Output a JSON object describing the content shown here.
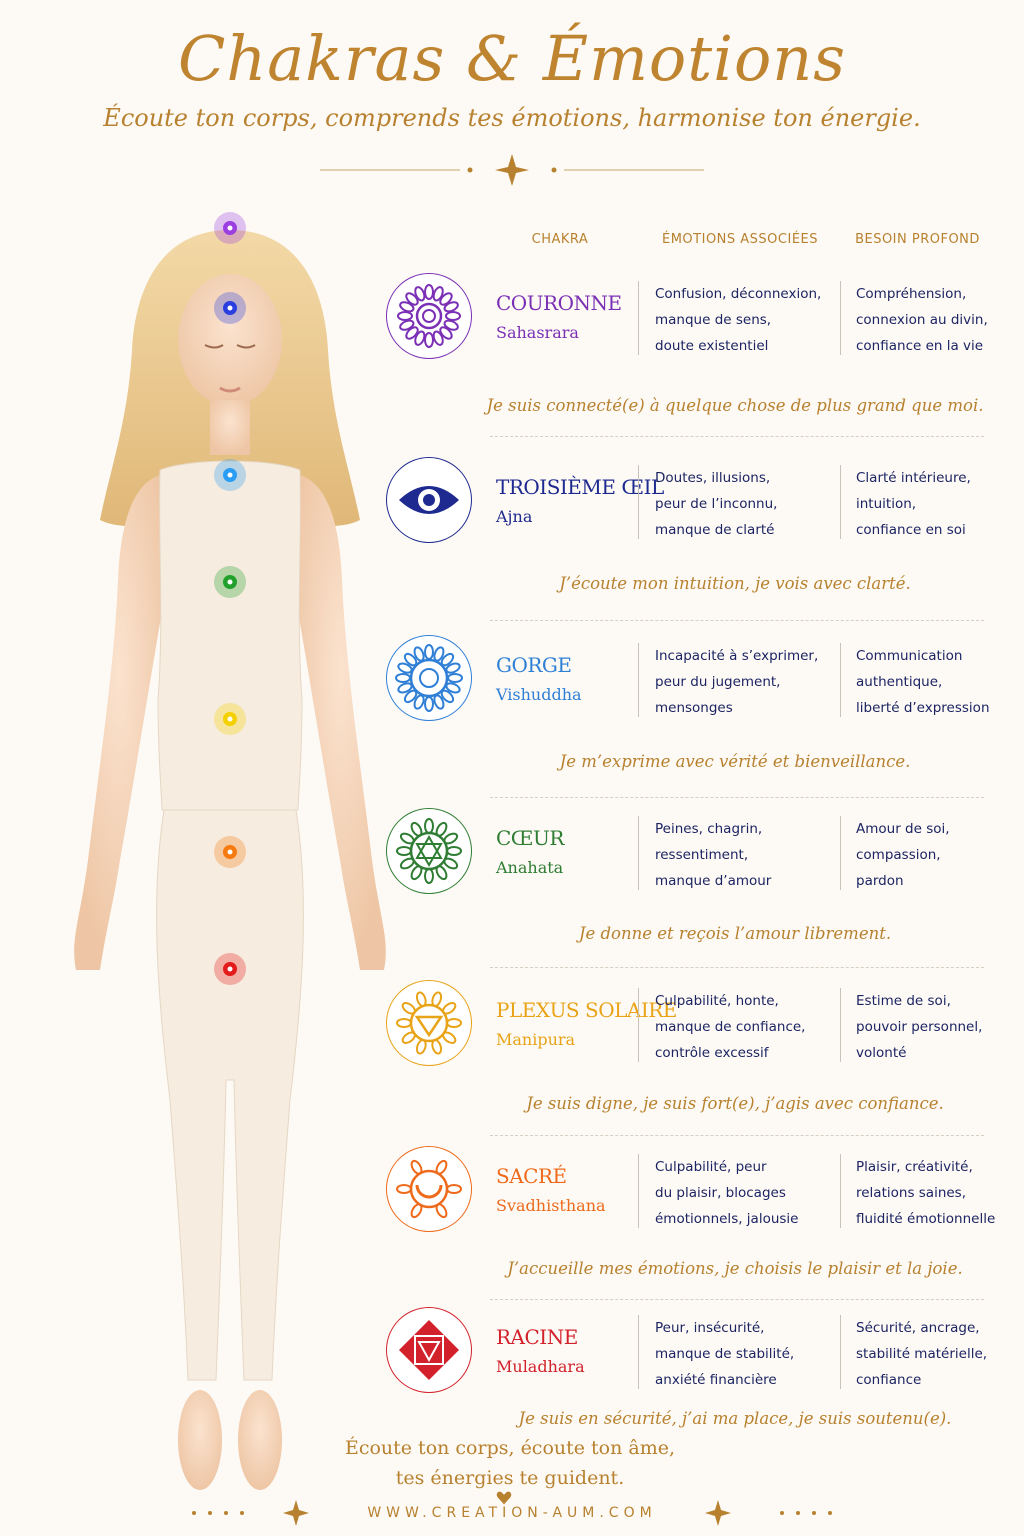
{
  "header": {
    "title": "Chakras & Émotions",
    "subtitle": "Écoute ton corps, comprends tes émotions, harmonise ton énergie."
  },
  "columns": {
    "chakra": "CHAKRA",
    "emotions": "ÉMOTIONS ASSOCIÉES",
    "besoin": "BESOIN PROFOND"
  },
  "chakras": [
    {
      "name": "COURONNE",
      "sanskrit": "Sahasrara",
      "color": "#7b2fb5",
      "symbol": "lotus-crown-icon",
      "emotions": [
        "Confusion, déconnexion,",
        "manque de sens,",
        "doute existentiel"
      ],
      "besoin": [
        "Compréhension,",
        "connexion au divin,",
        "confiance en la vie"
      ],
      "affirmation": "Je suis connecté(e) à quelque chose de plus grand que moi."
    },
    {
      "name": "TROISIÈME ŒIL",
      "sanskrit": "Ajna",
      "color": "#1e2a8f",
      "symbol": "eye-icon",
      "emotions": [
        "Doutes, illusions,",
        "peur de l’inconnu,",
        "manque de clarté"
      ],
      "besoin": [
        "Clarté intérieure,",
        "intuition,",
        "confiance en soi"
      ],
      "affirmation": "J’écoute mon intuition, je vois avec clarté."
    },
    {
      "name": "GORGE",
      "sanskrit": "Vishuddha",
      "color": "#2f7fd6",
      "symbol": "throat-lotus-icon",
      "emotions": [
        "Incapacité à s’exprimer,",
        "peur du jugement,",
        "mensonges"
      ],
      "besoin": [
        "Communication",
        "authentique,",
        "liberté d’expression"
      ],
      "affirmation": "Je m’exprime avec vérité et bienveillance."
    },
    {
      "name": "CŒUR",
      "sanskrit": "Anahata",
      "color": "#2e7d32",
      "symbol": "hexagram-icon",
      "emotions": [
        "Peines, chagrin,",
        "ressentiment,",
        "manque d’amour"
      ],
      "besoin": [
        "Amour de soi,",
        "compassion,",
        "pardon"
      ],
      "affirmation": "Je donne et reçois l’amour librement."
    },
    {
      "name": "PLEXUS SOLAIRE",
      "sanskrit": "Manipura",
      "color": "#e8a317",
      "symbol": "triangle-lotus-icon",
      "emotions": [
        "Culpabilité, honte,",
        "manque de confiance,",
        "contrôle excessif"
      ],
      "besoin": [
        "Estime de soi,",
        "pouvoir personnel,",
        "volonté"
      ],
      "affirmation": "Je suis digne, je suis fort(e), j’agis avec confiance."
    },
    {
      "name": "SACRÉ",
      "sanskrit": "Svadhisthana",
      "color": "#ee6a1a",
      "symbol": "crescent-lotus-icon",
      "emotions": [
        "Culpabilité, peur",
        "du plaisir, blocages",
        "émotionnels, jalousie"
      ],
      "besoin": [
        "Plaisir, créativité,",
        "relations saines,",
        "fluidité émotionnelle"
      ],
      "affirmation": "J’accueille mes émotions, je choisis le plaisir et la joie."
    },
    {
      "name": "RACINE",
      "sanskrit": "Muladhara",
      "color": "#d3212b",
      "symbol": "square-lotus-icon",
      "emotions": [
        "Peur, insécurité,",
        "manque de stabilité,",
        "anxiété financière"
      ],
      "besoin": [
        "Sécurité, ancrage,",
        "stabilité matérielle,",
        "confiance"
      ],
      "affirmation": "Je suis en sécurité, j’ai ma place, je suis soutenu(e)."
    }
  ],
  "closing": [
    "Écoute ton corps, écoute ton âme,",
    "tes énergies te guident."
  ],
  "footer": {
    "website": "WWW.CREATION-AUM.COM"
  },
  "body_points": [
    {
      "chakra": "COURONNE",
      "color": "#9b3fe0"
    },
    {
      "chakra": "TROISIÈME ŒIL",
      "color": "#2b3fe0"
    },
    {
      "chakra": "GORGE",
      "color": "#2a9df4"
    },
    {
      "chakra": "CŒUR",
      "color": "#22a02c"
    },
    {
      "chakra": "PLEXUS SOLAIRE",
      "color": "#f5d000"
    },
    {
      "chakra": "SACRÉ",
      "color": "#f57a10"
    },
    {
      "chakra": "RACINE",
      "color": "#e41b1b"
    }
  ]
}
